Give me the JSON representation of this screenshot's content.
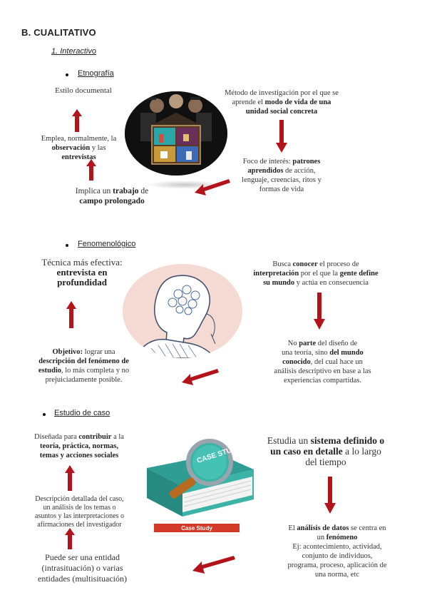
{
  "section_title": "B.  CUALITATIVO",
  "subsection_title": "1. Interactivo",
  "etnografia": {
    "bullet": "Etnografía",
    "estilo": "Estilo documental",
    "metodo": [
      "Método de investigación por el que se",
      "aprende el ",
      "modo de vida de una",
      "unidad social concreta"
    ],
    "emplea": [
      "Emplea, normalmente, la",
      "observación",
      " y las",
      "entrevistas"
    ],
    "foco": [
      "Foco de interés: ",
      "patrones",
      "aprendidos",
      " de acción,",
      "lenguaje, creencias, ritos y",
      "formas de vida"
    ],
    "implica": [
      "Implica un ",
      "trabajo",
      " de",
      "campo prolongado"
    ]
  },
  "fenomenologico": {
    "bullet": "Fenomenológico",
    "tecnica": [
      "Técnica más efectiva:",
      "entrevista en",
      "profundidad"
    ],
    "busca": [
      "Busca ",
      "conocer",
      " el proceso de",
      "interpretación",
      " por el que la ",
      "gente define",
      "su mundo",
      " y actúa en consecuencia"
    ],
    "no_parte": [
      "No ",
      "parte",
      " del diseño de",
      "una  teoría, sino ",
      "del mundo",
      "conocido",
      ", del cual hace un",
      "análisis descriptivo en base a las",
      "experiencias compartidas."
    ],
    "objetivo": [
      "Objetivo:",
      " lograr una",
      "descripción del fenómeno de",
      "estudio",
      ", lo más completa y no",
      "prejuiciadamente posible."
    ]
  },
  "estudio_caso": {
    "bullet": "Estudio de caso",
    "disenada": [
      "Diseñada para ",
      "contribuir",
      " a la",
      "teoría, práctica, normas,",
      "temas y acciones sociales"
    ],
    "estudia": [
      "Estudia un ",
      "sistema definido o",
      "un caso en detalle",
      " a lo largo",
      "del tiempo"
    ],
    "descripcion": [
      "Descripción detallada del caso,",
      "un análisis de los temas o",
      "asuntos y las interpretaciones o",
      "afirmaciones del investigador"
    ],
    "analisis": [
      "El ",
      "análisis de datos",
      " se centra en",
      "un ",
      "fenómeno",
      "Ej: acontecimiento, actividad,",
      "conjunto de individuos,",
      "programa, proceso, aplicación de",
      "una norma, etc"
    ],
    "puede": [
      "Puede ser una entidad",
      "(intrasituación) o varias",
      "entidades (multisituación)"
    ],
    "book_title": "CASE STUDY",
    "book_banner": "Case Study"
  },
  "colors": {
    "arrow": "#b3131b",
    "arrow_dark": "#7a0a10",
    "book_teal": "#3bb3a7",
    "banner_red": "#d33a2a"
  }
}
